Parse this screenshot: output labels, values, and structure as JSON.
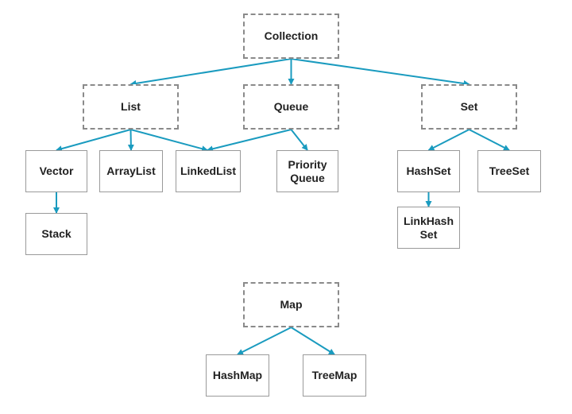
{
  "diagram": {
    "edge_color": "#1a9bbf",
    "nodes": {
      "collection": "Collection",
      "list": "List",
      "queue": "Queue",
      "set": "Set",
      "vector": "Vector",
      "arraylist": "ArrayList",
      "linkedlist": "LinkedList",
      "priorityqueue": "Priority\nQueue",
      "hashset": "HashSet",
      "treeset": "TreeSet",
      "stack": "Stack",
      "linkhashset": "LinkHash\nSet",
      "map": "Map",
      "hashmap": "HashMap",
      "treemap": "TreeMap"
    },
    "edges": [
      [
        "collection",
        "list"
      ],
      [
        "collection",
        "queue"
      ],
      [
        "collection",
        "set"
      ],
      [
        "list",
        "vector"
      ],
      [
        "list",
        "arraylist"
      ],
      [
        "list",
        "linkedlist"
      ],
      [
        "queue",
        "linkedlist"
      ],
      [
        "queue",
        "priorityqueue"
      ],
      [
        "set",
        "hashset"
      ],
      [
        "set",
        "treeset"
      ],
      [
        "vector",
        "stack"
      ],
      [
        "hashset",
        "linkhashset"
      ],
      [
        "map",
        "hashmap"
      ],
      [
        "map",
        "treemap"
      ]
    ]
  }
}
